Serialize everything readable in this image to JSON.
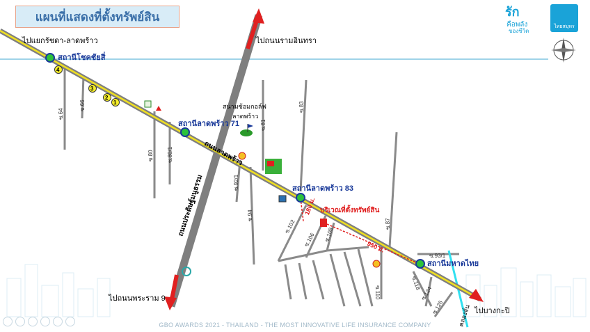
{
  "title": "แผนที่แสดงที่ตั้งทรัพย์สิน",
  "brand": {
    "slogan_main": "รัก",
    "slogan_line2": "คือพลัง",
    "slogan_line3": "ของชีวิต",
    "logo_text": "ไทยสมุทร",
    "colors": {
      "brand_blue": "#1aa3d8",
      "road_grey": "#7f7f7f",
      "rail_yellow": "#f0e020",
      "arrow_red": "#e02020",
      "station_green": "#2cc23a"
    }
  },
  "footer": "GBO AWARDS 2021 - THAILAND - THE MOST INNOVATIVE LIFE INSURANCE COMPANY",
  "icons": [
    "compass-rose-icon",
    "seven-eleven-icon",
    "mitsubishi-icon",
    "golf-flag-icon",
    "shell-icon",
    "bigc-icon",
    "gas-icon",
    "ptt-icon",
    "property-marker-icon"
  ],
  "direction_labels": {
    "to_ratchada": "ไปแยกรัชดา-ลาดพร้าว",
    "to_ram_inthra": "ไปถนนรามอินทรา",
    "to_rama9": "ไปถนนพระราม 9",
    "to_bangkapi": "ไปบางกะปิ"
  },
  "stations": {
    "chok_chai_4": "สถานีโชคชัยสี่",
    "lat_phrao_71": "สถานีลาดพร้าว 71",
    "lat_phrao_83": "สถานีลาดพร้าว 83",
    "mahat_thai": "สถานีมหาดไทย"
  },
  "roads": {
    "lat_phrao": "ถนนลาดพร้าว",
    "pradit_manutham": "ถนนประดิษฐ์มนูธรรม",
    "canal": "คลองจั่น"
  },
  "places": {
    "golf_range": "สนามซ้อมกอล์ฟ",
    "golf_range_sub": "ลาดพร้าว",
    "property": "บริเวณที่ตั้งทรัพย์สิน",
    "dist_180": "180 ม.",
    "dist_950": "950 ม."
  },
  "soi": {
    "s64": "ซ.64",
    "s66": "ซ.66",
    "s80": "ซ.80",
    "s80_1": "ซ.80/1",
    "s81": "ซ.81",
    "s83": "ซ.83",
    "s92_1": "ซ.92/1",
    "s94": "ซ.94",
    "s87": "ซ.87",
    "s102": "ซ.102",
    "s106": "ซ.106",
    "s108": "ซ.108",
    "s110": "ซ.110",
    "s93_1": "ซ.93/1",
    "s124": "ซ.124",
    "s126": "ซ.126",
    "s118": "ซ.118"
  },
  "markers": [
    "4",
    "3",
    "2",
    "1"
  ]
}
